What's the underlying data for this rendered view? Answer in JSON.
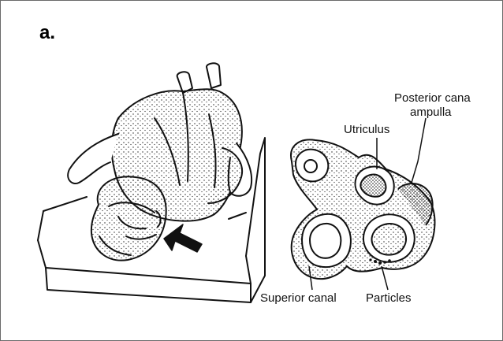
{
  "panel": {
    "label": "a."
  },
  "labels": {
    "posterior_line1": "Posterior cana",
    "posterior_line2": "ampulla",
    "utriculus": "Utriculus",
    "superior_canal": "Superior canal",
    "particles": "Particles"
  },
  "colors": {
    "ink": "#111111",
    "frame": "#6a6a6a",
    "background": "#ffffff"
  }
}
